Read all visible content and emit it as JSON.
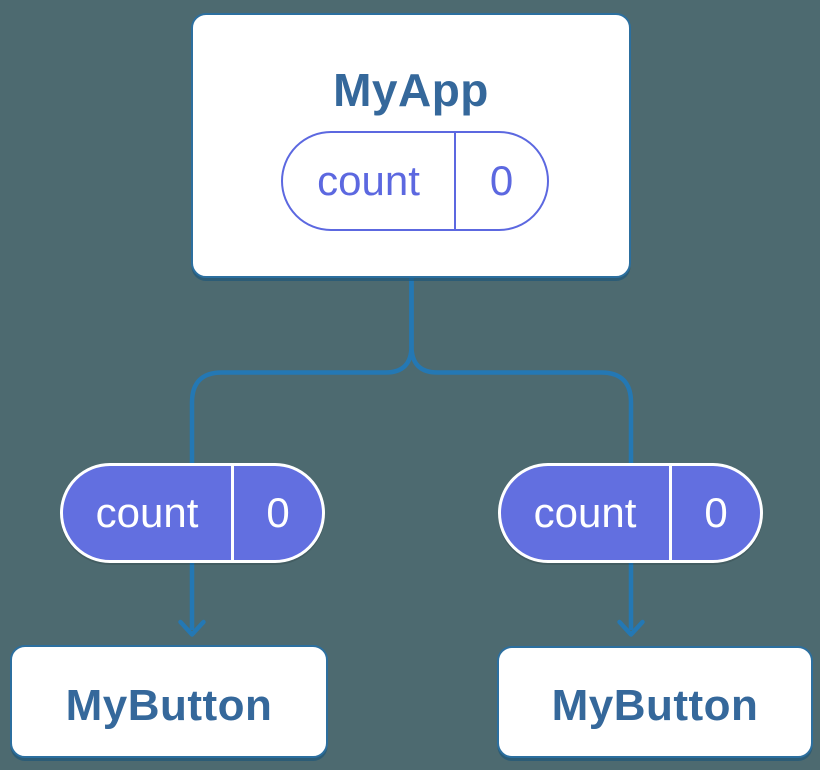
{
  "colors": {
    "background": "#4D6A70",
    "connector_blue": "#2478B4",
    "card_border_blue": "#2C6F9F",
    "component_text_blue": "#35689B",
    "pill_purple_fill": "#626FE0",
    "pill_purple_outline": "#5C68E0",
    "pill_text_white": "#FFFFFF"
  },
  "root_component": {
    "name": "MyApp",
    "state_pill": {
      "label": "count",
      "value": "0"
    }
  },
  "child_components": [
    {
      "name": "MyButton",
      "prop_pill": {
        "label": "count",
        "value": "0"
      }
    },
    {
      "name": "MyButton",
      "prop_pill": {
        "label": "count",
        "value": "0"
      }
    }
  ]
}
